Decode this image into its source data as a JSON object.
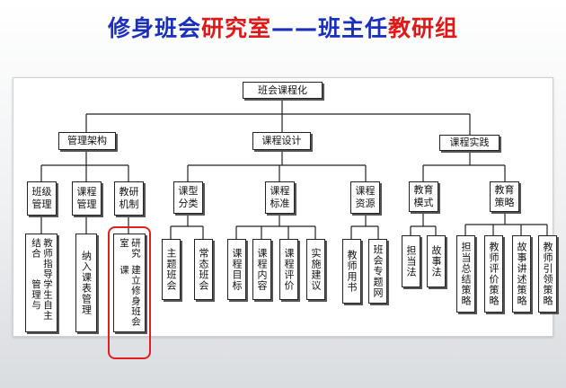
{
  "title": {
    "part1": "修身班会",
    "part2": "研究室",
    "part3": "——班主任",
    "part4": "教研组"
  },
  "colors": {
    "blue": "#1b2fbf",
    "red": "#e01818",
    "highlight": "#e02020"
  },
  "root": "班会课程化",
  "branches": {
    "management": "管理架构",
    "design": "课程设计",
    "practice": "课程实践"
  },
  "level2": {
    "class_mgmt": "班级\n管理",
    "course_mgmt": "课程\n管理",
    "research_mech": "教研\n机制",
    "course_type": "课型\n分类",
    "course_std": "课程\n标准",
    "course_res": "课程\n资源",
    "edu_mode": "教育\n模式",
    "edu_strategy": "教育\n策略"
  },
  "leaves": {
    "student_self": "学生自主管理与",
    "teacher_guide": "教师指导结合",
    "into_schedule": "纳入课表管理",
    "build_course": "建立修身班会课",
    "research_room": "研究室",
    "theme_class": "主题班会",
    "normal_class": "常态班会",
    "course_goal": "课程目标",
    "course_content": "课程内容",
    "course_eval": "课程评价",
    "impl_advice": "实施建议",
    "teacher_book": "教师用书",
    "class_web": "班会专题网",
    "responsibility": "担当法",
    "story": "故事法",
    "resp_summary": "担当总结策略",
    "teacher_eval": "教师评价策略",
    "story_tell": "故事讲述策略",
    "teacher_lead": "教师引领策略"
  }
}
